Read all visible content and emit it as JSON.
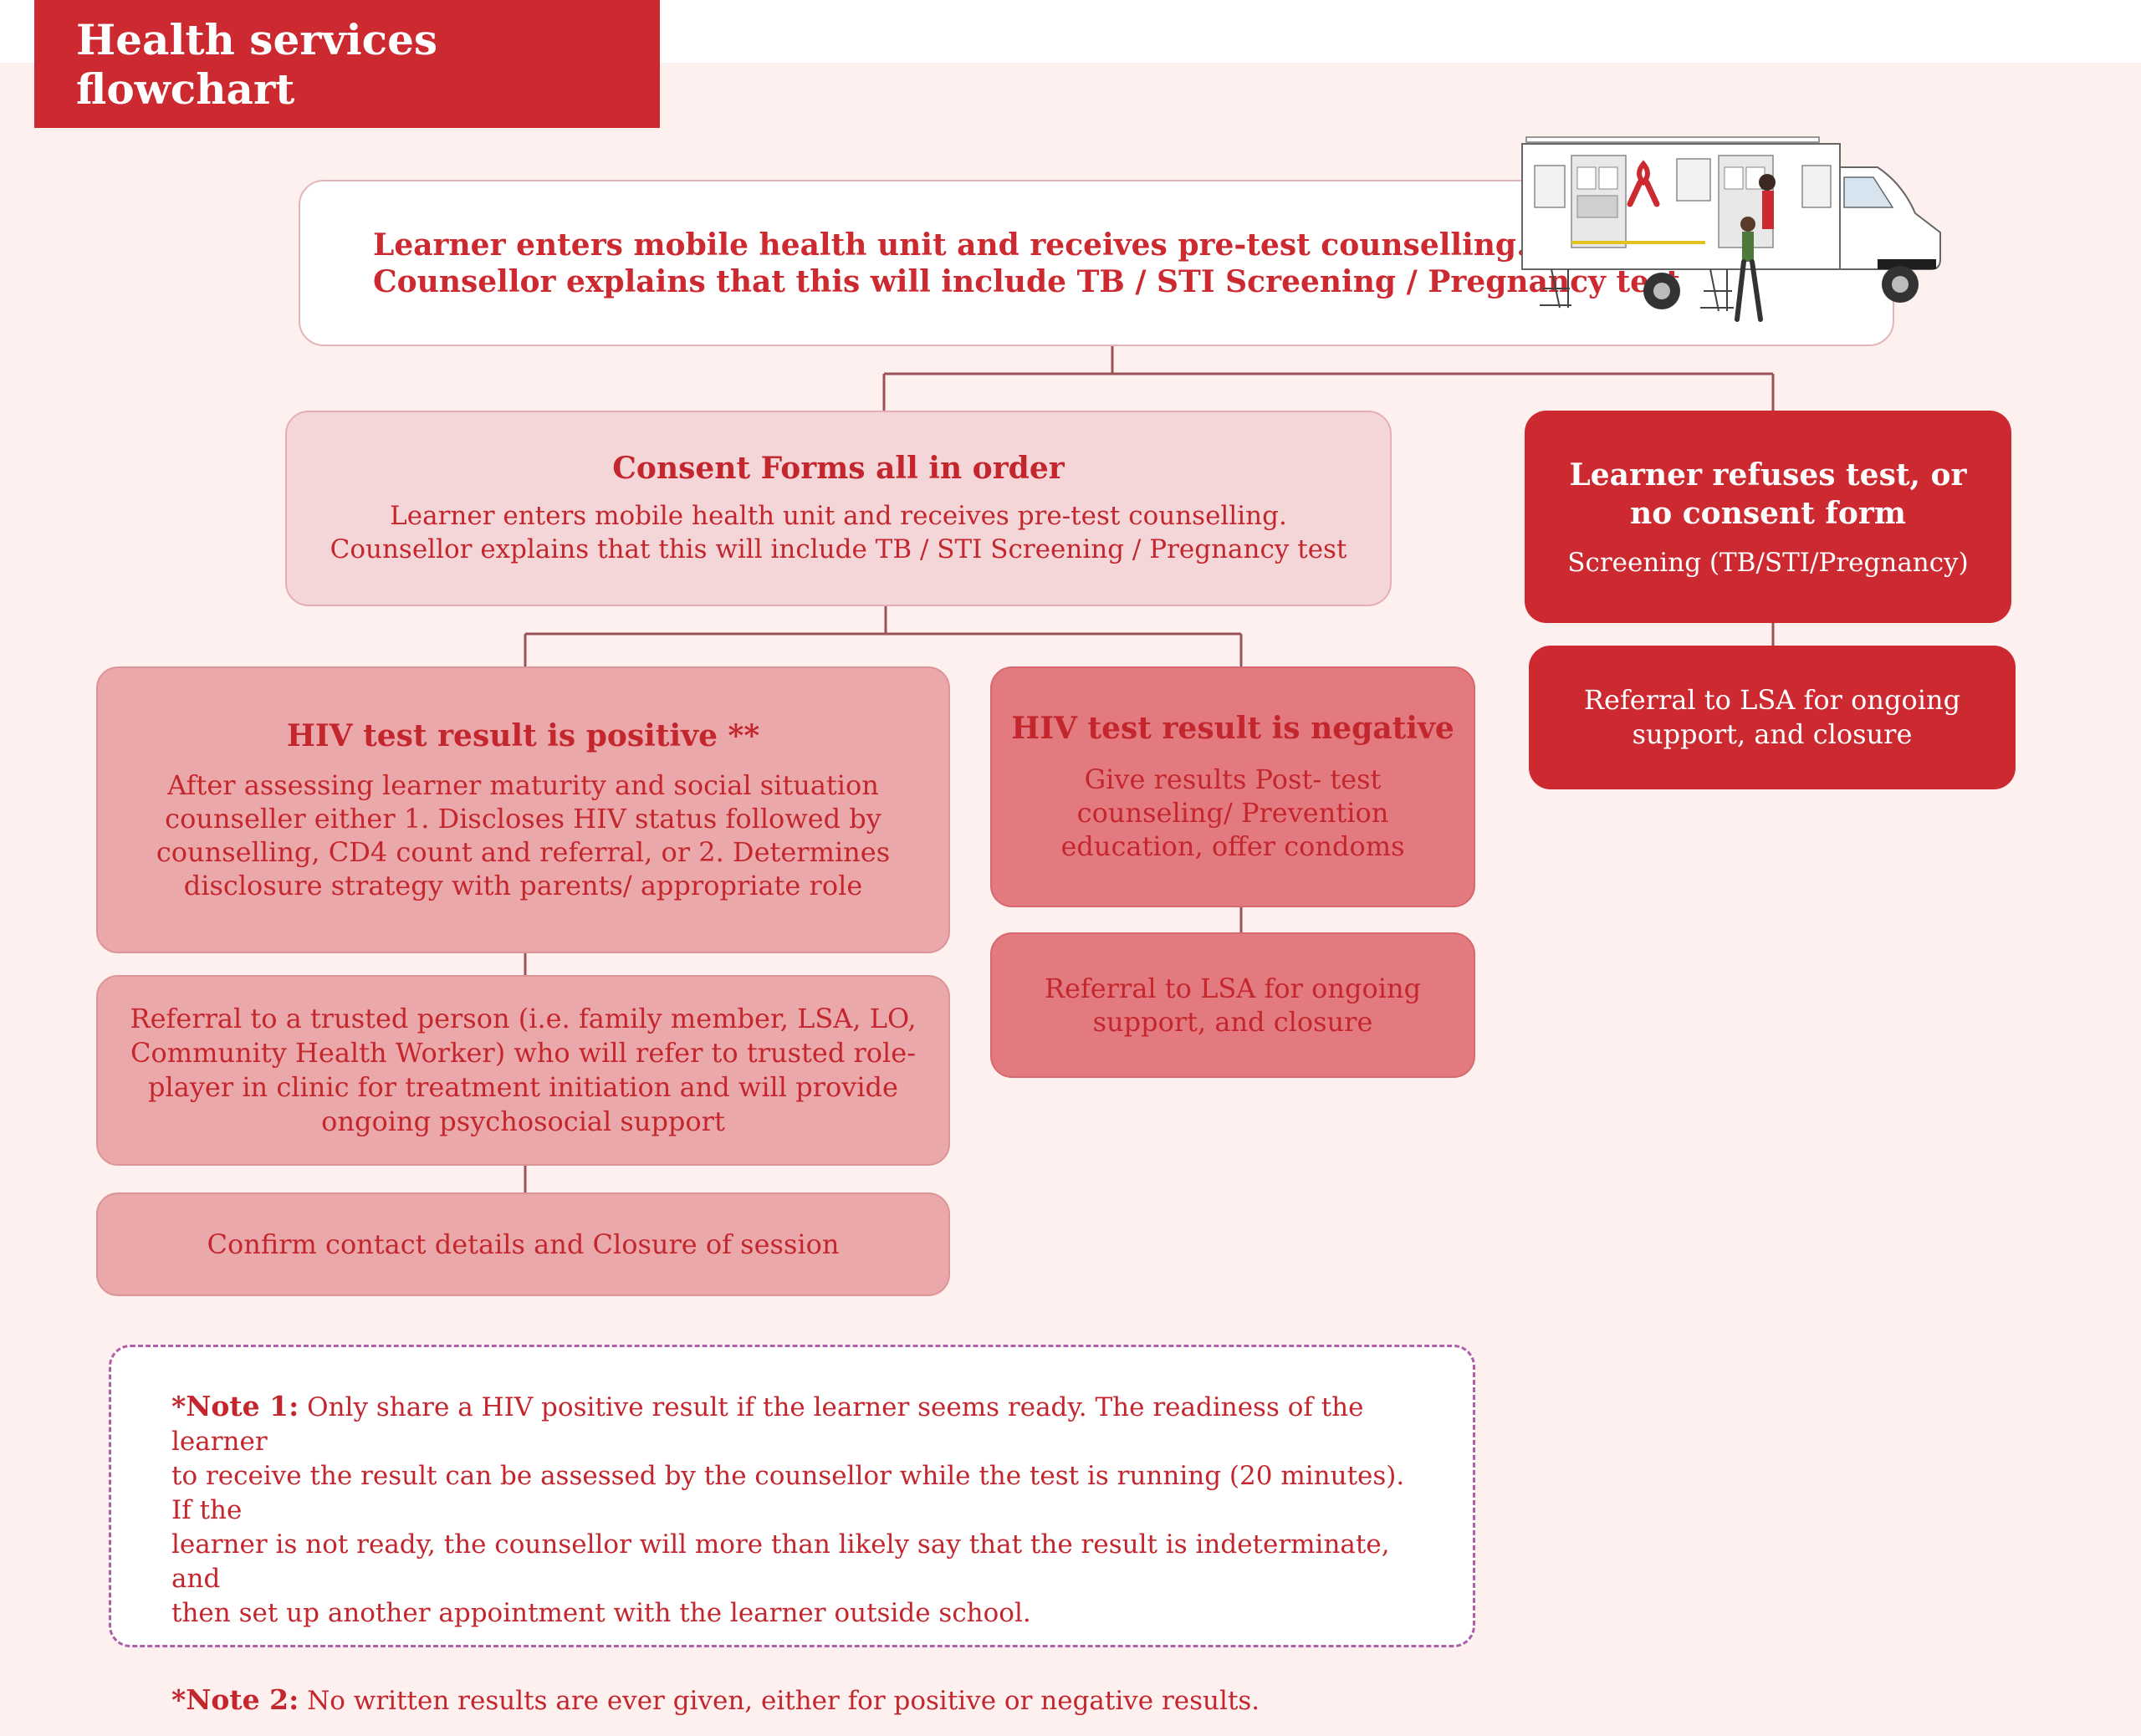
{
  "title": "Health services flowchart",
  "top_box": {
    "line1": "Learner enters mobile health unit and receives pre-test counselling.",
    "line2": "Counsellor explains that this will include TB / STI Screening / Pregnancy test"
  },
  "consent": {
    "heading": "Consent Forms all in order",
    "line1": "Learner enters mobile health unit and receives pre-test counselling.",
    "line2": "Counsellor explains that this will include TB / STI Screening / Pregnancy test"
  },
  "refuse": {
    "heading_line1": "Learner refuses test, or",
    "heading_line2": "no consent form",
    "body": "Screening (TB/STI/Pregnancy)",
    "referral_line1": "Referral to LSA for ongoing",
    "referral_line2": "support, and closure"
  },
  "positive": {
    "heading": "HIV test result is positive **",
    "line1": "After assessing learner maturity and social situation",
    "line2": "counseller either 1. Discloses HIV status followed by",
    "line3": "counselling, CD4 count and referral, or 2. Determines",
    "line4": "disclosure strategy with parents/ appropriate role",
    "referral_line1": "Referral to a trusted person (i.e. family member, LSA, LO,",
    "referral_line2": "Community Health Worker) who will refer to trusted role-",
    "referral_line3": "player in clinic for treatment initiation and will provide",
    "referral_line4": "ongoing psychosocial support",
    "confirm": "Confirm contact details and Closure of session"
  },
  "negative": {
    "heading": "HIV test result is negative",
    "line1": "Give results Post- test",
    "line2": "counseling/ Prevention",
    "line3": "education, offer condoms",
    "referral_line1": "Referral to LSA for ongoing",
    "referral_line2": "support,  and closure"
  },
  "notes": {
    "note1_label": "*Note 1:",
    "note1_line1": " Only share a HIV positive result if the learner seems ready.  The readiness of the learner",
    "note1_line2": "to receive the result can be assessed by the counsellor while the test is running (20 minutes). If the",
    "note1_line3": "learner is not ready, the counsellor will more than likely say that the result is indeterminate, and",
    "note1_line4": "then set up another appointment with the learner outside school.",
    "note2_label": "*Note 2:",
    "note2_text": " No written results are ever given, either for positive or negative results."
  },
  "colors": {
    "brand_red": "#cc2a30",
    "light_pink": "#f5d6d8",
    "mid_pink": "#eba8aa",
    "dark_pink": "#e37a80",
    "background": "#fdf0ef"
  },
  "icons": [
    "mobile-health-van-illustration",
    "red-ribbon-icon"
  ]
}
